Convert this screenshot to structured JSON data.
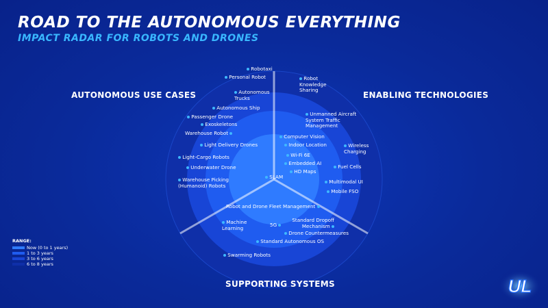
{
  "header": {
    "title": "ROAD TO THE AUTONOMOUS EVERYTHING",
    "subtitle": "IMPACT RADAR FOR ROBOTS AND DRONES"
  },
  "sections": {
    "use_cases": "AUTONOMOUS USE CASES",
    "enabling": "ENABLING TECHNOLOGIES",
    "supporting": "SUPPORTING SYSTEMS"
  },
  "items": {
    "robotaxi": "Robotaxi",
    "personal_robot": "Personal Robot",
    "autonomous_trucks": "Autonomous Trucks",
    "autonomous_ship": "Autonomous Ship",
    "passenger_drone": "Passenger Drone",
    "exoskeletons": "Exoskeletons",
    "warehouse_robot": "Warehouse Robot",
    "light_delivery_drones": "Light Delivery Drones",
    "light_cargo_robots": "Light-Cargo Robots",
    "underwater_drone": "Underwater Drone",
    "warehouse_picking": "Warehouse Picking (Humanoid) Robots",
    "slam": "SLAM",
    "robot_knowledge_sharing": "Robot Knowledge Sharing",
    "utm": "Unmanned Aircraft System Traffic Management",
    "computer_vision": "Computer Vision",
    "indoor_location": "Indoor Location",
    "wireless_charging": "Wireless Charging",
    "wifi_6e": "Wi-Fi 6E",
    "embedded_ai": "Embedded AI",
    "fuel_cells": "Fuel Cells",
    "hd_maps": "HD Maps",
    "multimodal_ui": "Multimodal UI",
    "mobile_fso": "Mobile FSO",
    "fleet_management": "Robot and Drone Fleet Management",
    "machine_learning": "Machine Learning",
    "standard_dropoff": "Standard Dropoff Mechanism",
    "five_g": "5G",
    "drone_countermeasures": "Drone Countermeasures",
    "standard_os": "Standard Autonomous OS",
    "swarming_robots": "Swarming Robots"
  },
  "legend": {
    "title": "RANGE:",
    "entries": [
      {
        "label": "Now (0 to 1 years)",
        "color": "#2f7bff"
      },
      {
        "label": "1 to 3 years",
        "color": "#1f5cf0"
      },
      {
        "label": "3 to 6 years",
        "color": "#1845d6"
      },
      {
        "label": "6 to 8 years",
        "color": "#0f2fa8"
      }
    ]
  },
  "logo": {
    "text": "UL"
  },
  "colors": {
    "background": "#0a2a9a",
    "accent": "#39b7ff",
    "ring_outer": "#0f2fa8",
    "ring_mid_outer": "#1845d6",
    "ring_mid_inner": "#1f5cf0",
    "ring_inner": "#2f7bff"
  }
}
